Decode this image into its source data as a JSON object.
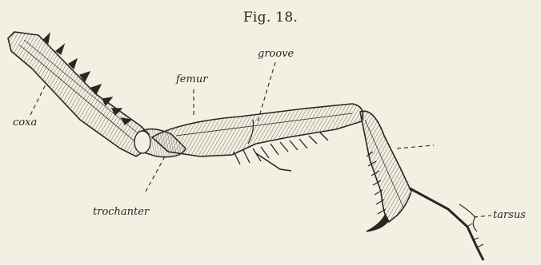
{
  "figure": {
    "title": "Fig. 18."
  },
  "labels": {
    "coxa": "coxa",
    "femur": "femur",
    "groove": "groove",
    "trochanter": "trochanter",
    "tarsus": "tarsus"
  },
  "colors": {
    "paper": "#f3efe3",
    "ink": "#2a2620"
  }
}
